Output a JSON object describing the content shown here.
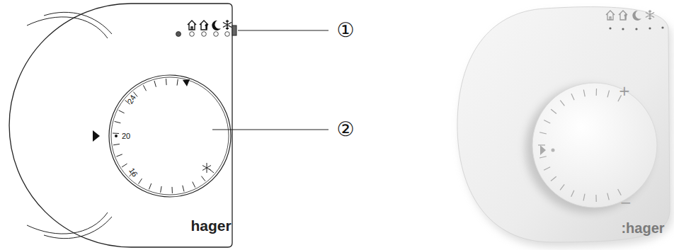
{
  "diagram": {
    "labels": [
      "①",
      "②",
      "24",
      "20",
      "16",
      "hager",
      "+",
      "−",
      ":hager"
    ]
  }
}
